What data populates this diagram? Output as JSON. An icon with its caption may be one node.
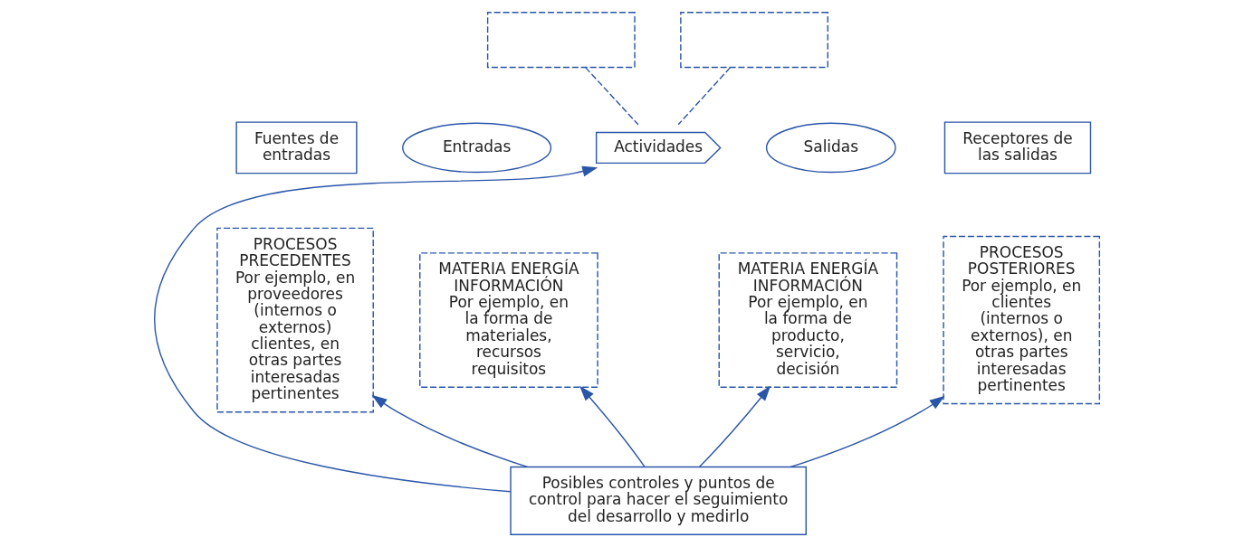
{
  "diagram": {
    "nodes": [
      {
        "text": [],
        "shape": "box"
      },
      {
        "text": [],
        "shape": "box"
      },
      {
        "text": [
          "Fuentes de entradas"
        ]
      },
      {
        "text": [
          "Entradas"
        ]
      },
      {
        "text": [
          "Actividades"
        ]
      },
      {
        "text": [
          "Salidas"
        ]
      },
      {
        "text": [
          "Receptores de las salidas"
        ]
      },
      {
        "text": [
          "PROCESOS PRECEDENTES",
          "Por ejemplo, en proveedores (internos o externos) clientes, en otras partes interesadas pertinentes"
        ]
      },
      {
        "text": [
          "MATERIA ENERGÍA INFORMACIÓN",
          "Por ejemplo, en la forma de materiales, recursos requisitos"
        ]
      },
      {
        "text": [
          "MATERIA ENERGÍA INFORMACIÓN",
          "Por ejemplo, en la forma de producto, servicio, decisión"
        ]
      },
      {
        "text": [
          "PROCESOS POSTERIORES",
          "Por ejemplo, en clientes (internos o externos), en otras partes interesadas pertinentes"
        ]
      },
      {
        "text": [
          "Posibles controles y puntos de control para hacer el seguimiento del desarrollo y medirlo"
        ]
      }
    ],
    "edges": [
      {
        "from": 0,
        "to": 4,
        "arrow": "none",
        "style": "dashed"
      },
      {
        "from": 1,
        "to": 4,
        "arrow": "none",
        "style": "dashed"
      },
      {
        "from": 11,
        "to": 7,
        "arrow": "to"
      },
      {
        "from": 11,
        "to": 8,
        "arrow": "to"
      },
      {
        "from": 11,
        "to": 4,
        "arrow": "to"
      },
      {
        "from": 11,
        "to": 9,
        "arrow": "to"
      },
      {
        "from": 11,
        "to": 10,
        "arrow": "to"
      }
    ]
  }
}
